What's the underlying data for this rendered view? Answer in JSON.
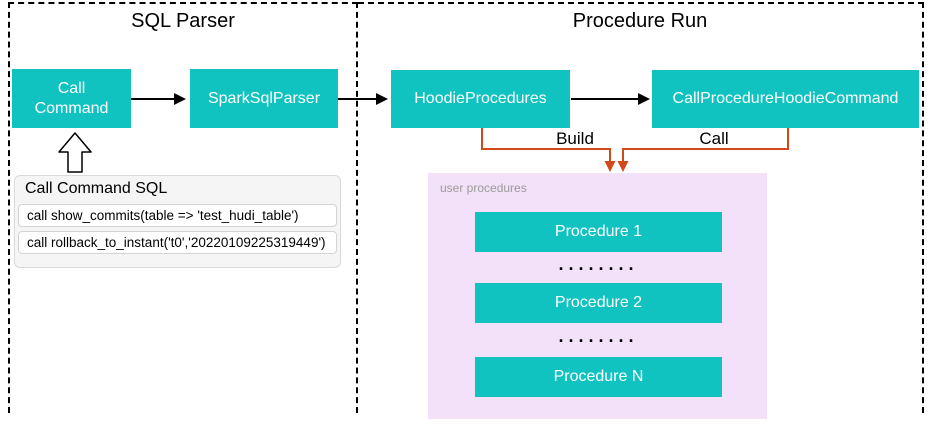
{
  "diagram": {
    "sections": [
      {
        "title": "SQL Parser"
      },
      {
        "title": "Procedure Run"
      }
    ],
    "nodes": {
      "call_command": "Call Command",
      "spark_sql_parser": "SparkSqlParser",
      "hoodie_procedures": "HoodieProcedures",
      "call_procedure_hoodie_command": "CallProcedureHoodieCommand"
    },
    "sql_panel": {
      "header": "Call Command SQL",
      "rows": [
        "call show_commits(table => 'test_hudi_table')",
        "call rollback_to_instant('t0','20220109225319449')"
      ]
    },
    "edge_labels": {
      "build": "Build",
      "call": "Call"
    },
    "user_procedures": {
      "label": "user procedures",
      "items": [
        "Procedure 1",
        "Procedure 2",
        "Procedure N"
      ],
      "dots": "········"
    },
    "colors": {
      "node_teal": "#11C3C0",
      "connector_orange": "#D2491C",
      "panel_pink": "#F2E1F8",
      "label_gray": "#9B9B9B"
    }
  }
}
